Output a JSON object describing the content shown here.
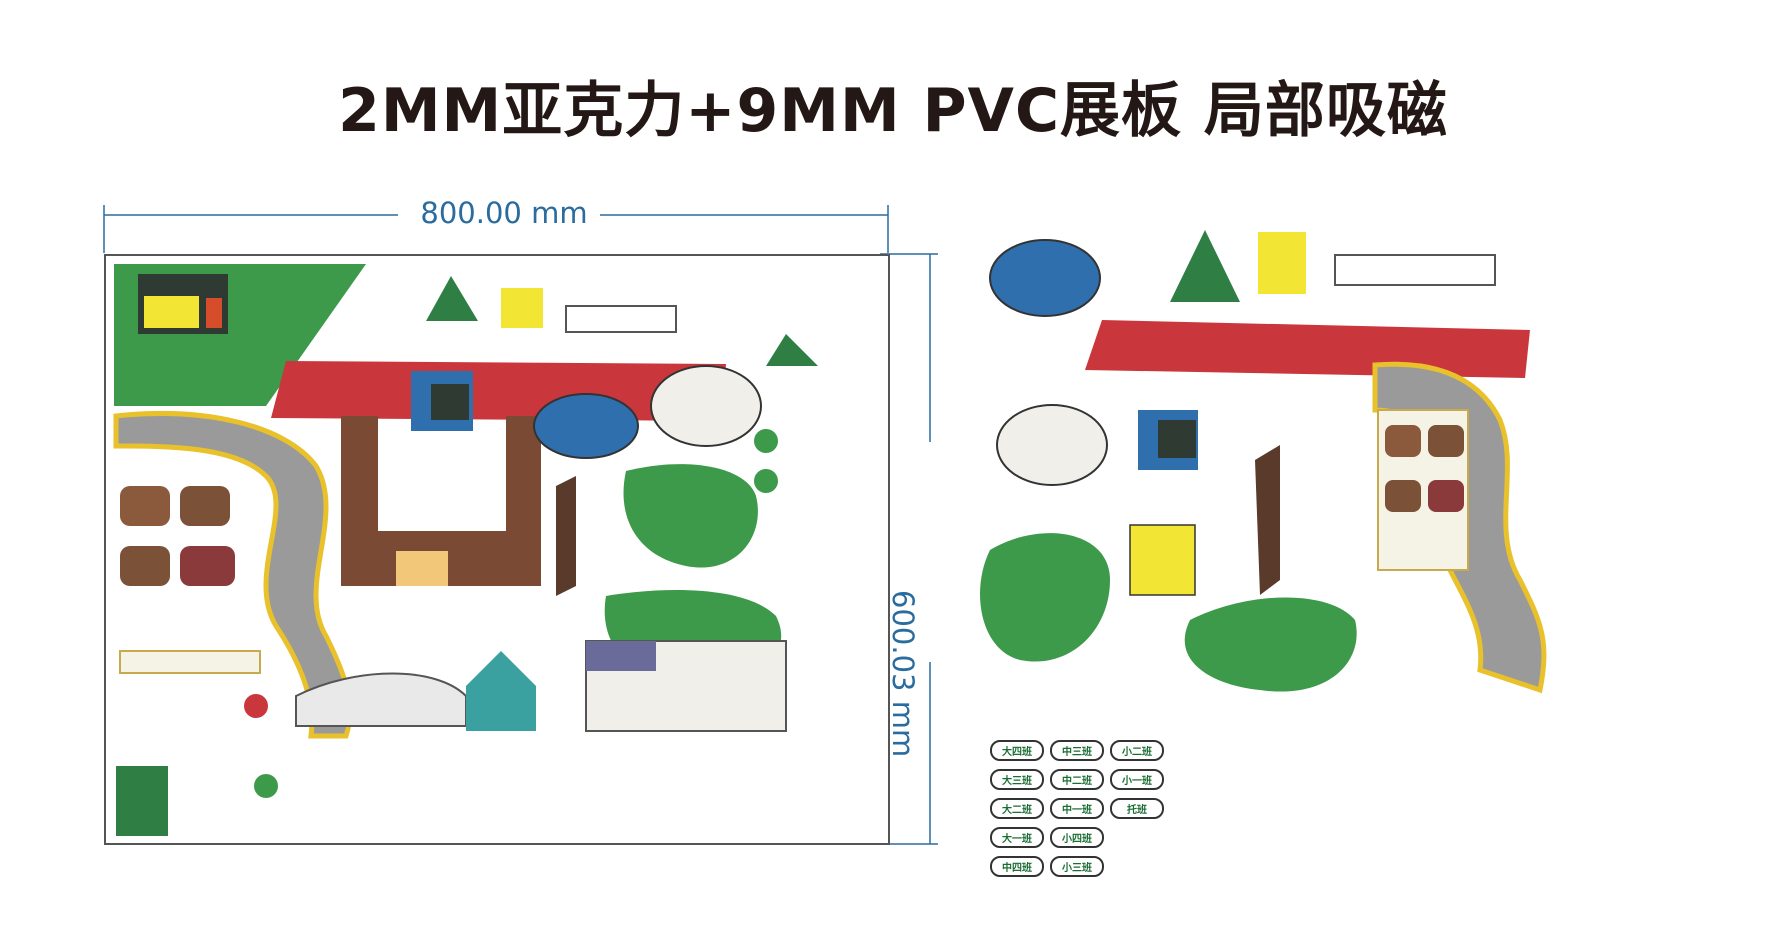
{
  "title": "2MM亚克力+9MM PVC展板 局部吸磁",
  "dimensions": {
    "width_label": "800.00 mm",
    "height_label": "600.03 mm"
  },
  "class_labels": [
    "大四班",
    "中三班",
    "小二班",
    "大三班",
    "中二班",
    "小一班",
    "大二班",
    "中一班",
    "托班",
    "大一班",
    "小四班",
    "",
    "中四班",
    "小三班",
    ""
  ],
  "colors": {
    "title": "#231815",
    "dimension": "#2b6c9e",
    "track_red": "#c9373c",
    "grass_green": "#3e9a4b",
    "road_grey": "#9a9a9a",
    "pond_blue": "#2f6fae",
    "building_brown": "#7a4a35"
  }
}
